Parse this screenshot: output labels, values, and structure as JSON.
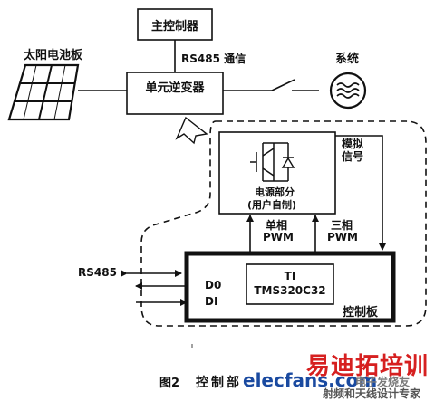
{
  "blocks": {
    "main_controller": "主控制器",
    "inverter": "单元逆变器",
    "solar_panel": "太阳电池板",
    "system": "系统",
    "rs485_comm": "RS485 通信",
    "power_section_line1": "电源部分",
    "power_section_line2": "(用户自制)",
    "analog_line1": "模拟",
    "analog_line2": "信号",
    "single_phase_line1": "单相",
    "single_phase_line2": "PWM",
    "three_phase_line1": "三相",
    "three_phase_line2": "PWM",
    "dsp_line1": "TI",
    "dsp_line2": "TMS320C32",
    "control_board": "控制板",
    "rs485": "RS485",
    "d0": "D0",
    "di": "DI"
  },
  "caption": {
    "figure_no": "图2",
    "text": "控制部"
  },
  "watermark": {
    "logo": "elecfans.com",
    "brand": "易迪拓培训",
    "sub_brand": "电子发烧友",
    "slogan": "射频和天线设计专家"
  },
  "colors": {
    "line": "#111111",
    "watermark_red": "#d62020",
    "logo_blue": "#1a4aa0"
  }
}
